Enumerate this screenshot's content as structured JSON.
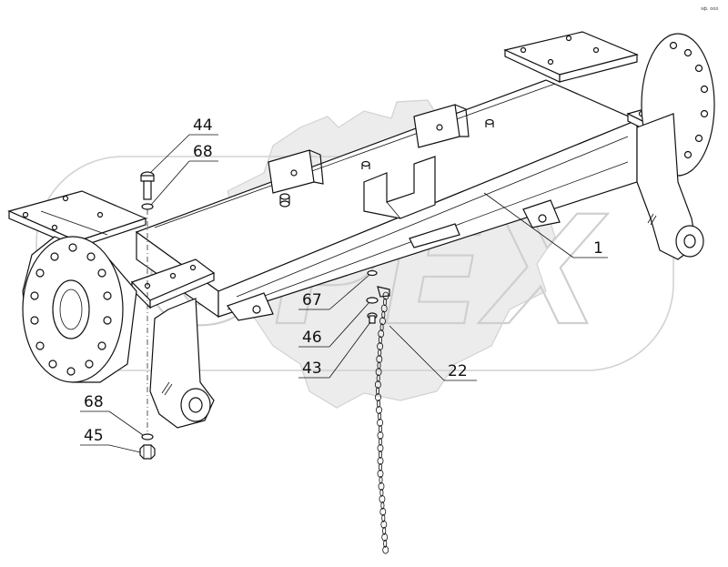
{
  "watermark": {
    "text": "OPEX"
  },
  "corner_note": "эф. ооо",
  "callouts": [
    {
      "id": "c44",
      "label": "44"
    },
    {
      "id": "c68a",
      "label": "68"
    },
    {
      "id": "c1",
      "label": "1"
    },
    {
      "id": "c67",
      "label": "67"
    },
    {
      "id": "c46",
      "label": "46"
    },
    {
      "id": "c43",
      "label": "43"
    },
    {
      "id": "c22",
      "label": "22"
    },
    {
      "id": "c68b",
      "label": "68"
    },
    {
      "id": "c45",
      "label": "45"
    }
  ]
}
